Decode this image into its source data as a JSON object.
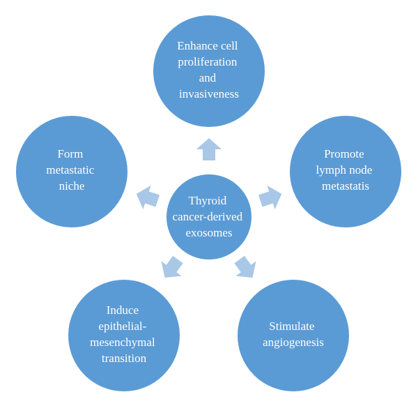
{
  "colors": {
    "node_fill": "#5b9bd5",
    "arrow_fill": "#a9c7e6",
    "text": "#ffffff",
    "background": "#ffffff"
  },
  "center": {
    "lines": [
      "Thyroid",
      "cancer-derived",
      "exosomes"
    ]
  },
  "outer_nodes": [
    {
      "id": "top",
      "lines": [
        "Enhance cell",
        "proliferation",
        "and",
        "invasiveness"
      ]
    },
    {
      "id": "right",
      "lines": [
        "Promote",
        "lymph node",
        "metastatis"
      ]
    },
    {
      "id": "bottom-right",
      "lines": [
        "Stimulate",
        "angiogenesis"
      ]
    },
    {
      "id": "bottom-left",
      "lines": [
        "Induce",
        "epithelial-",
        "mesenchymal",
        "transition"
      ]
    },
    {
      "id": "left",
      "lines": [
        "Form",
        "metastatic",
        "niche"
      ]
    }
  ]
}
